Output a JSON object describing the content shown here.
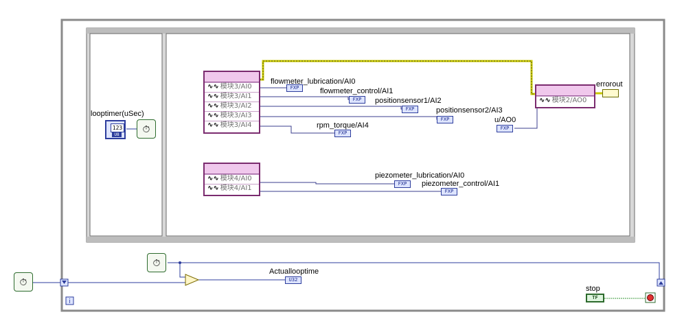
{
  "nodes": {
    "ai3": {
      "rows": [
        "模块3/AI0",
        "模块3/AI1",
        "模块3/AI2",
        "模块3/AI3",
        "模块3/AI4"
      ]
    },
    "ai4": {
      "rows": [
        "模块4/AI0",
        "模块4/AI1"
      ]
    },
    "ao2": {
      "rows": [
        "模块2/AO0"
      ]
    }
  },
  "labels": {
    "looptimer": "looptimer(uSec)",
    "flow_lub": "flowmeter_lubrication/AI0",
    "flow_ctrl": "flowmeter_control/AI1",
    "pos1": "positionsensor1/AI2",
    "pos2": "positionsensor2/AI3",
    "rpm": "rpm_torque/AI4",
    "u_ao0": "u/AO0",
    "errorout": "errorout",
    "piezo_lub": "piezometer_lubrication/AI0",
    "piezo_ctrl": "piezometer_control/AI1",
    "actual": "Actuallooptime",
    "stop": "stop"
  },
  "terminals": {
    "fxp": "FXP",
    "u32": "U32",
    "n123": "123",
    "u8": "U8",
    "tf": "TF"
  },
  "colors": {
    "fxp_wire": "#3a3c8c",
    "error_wire": "#c8c800",
    "int_wire": "#2c3c9c",
    "bool_wire": "#3a9a3a",
    "frame": "#8a8a8a",
    "node_border": "#7a2a6e"
  }
}
